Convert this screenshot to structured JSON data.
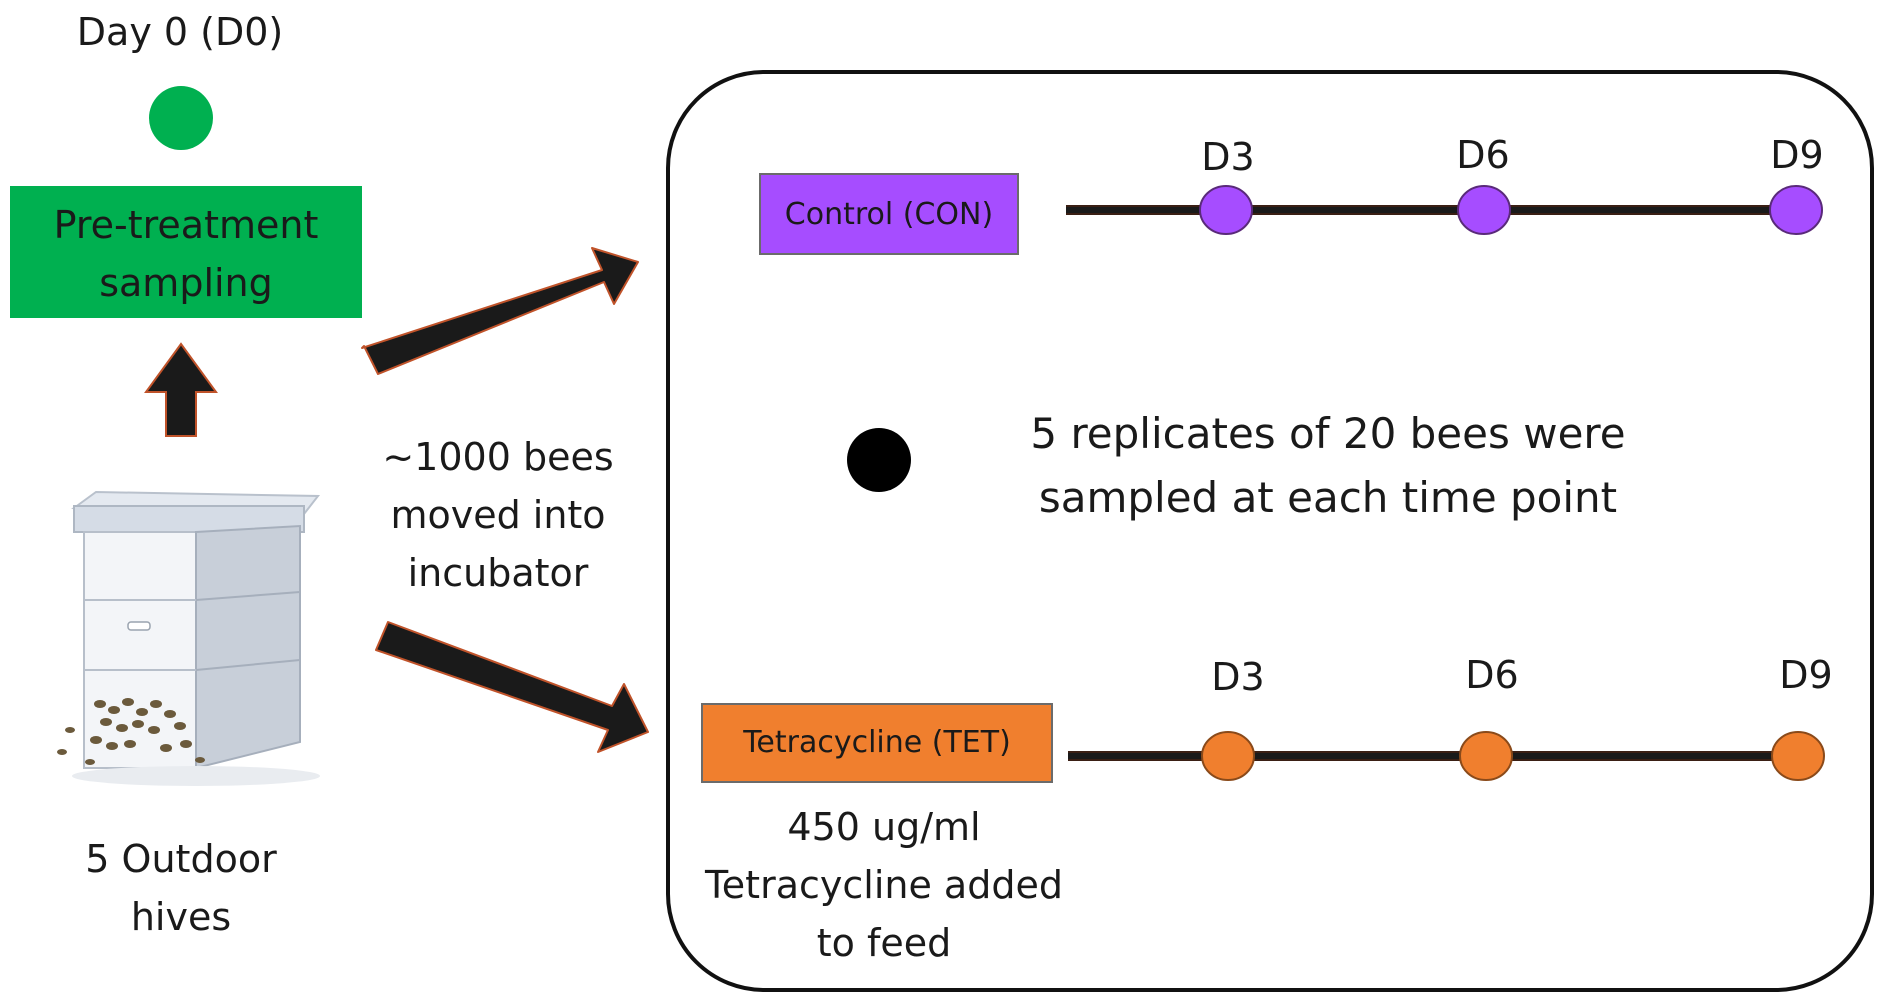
{
  "pretreatment": {
    "day_label": "Day 0 (D0)",
    "box_line1": "Pre-treatment",
    "box_line2": "sampling",
    "dot_color": "#00b050",
    "box_color": "#00b050"
  },
  "hives": {
    "line1": "5 Outdoor",
    "line2": "hives"
  },
  "transfer": {
    "line1": "~1000 bees",
    "line2": "moved into",
    "line3": "incubator"
  },
  "control": {
    "label": "Control (CON)",
    "color": "#a64dff",
    "timepoints": [
      "D3",
      "D6",
      "D9"
    ]
  },
  "treatment": {
    "label": "Tetracycline (TET)",
    "color": "#f07f2e",
    "timepoints": [
      "D3",
      "D6",
      "D9"
    ],
    "note_line1": "450 ug/ml",
    "note_line2": "Tetracycline added",
    "note_line3": "to feed"
  },
  "replicates": {
    "line1": "5 replicates of 20 bees were",
    "line2": "sampled at each time point"
  }
}
